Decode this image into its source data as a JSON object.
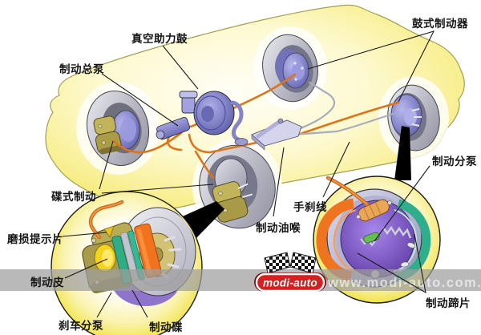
{
  "diagram": {
    "title_note": "car braking system cutaway diagram",
    "labels": {
      "vacuum_booster": "真空助力鼓",
      "master_cylinder": "制动总泵",
      "drum_brake": "鼓式制动器",
      "disc_brake": "碟式制动",
      "wear_indicator": "磨损提示片",
      "brake_pad": "制动皮",
      "caliper_cylinder": "刹车分泵",
      "brake_disc": "制动碟",
      "brake_hose": "制动油喉",
      "handbrake_cable": "手刹线",
      "wheel_cylinder": "制动分泵",
      "brake_shoe": "制动蹄片"
    }
  },
  "watermark": {
    "logo": "modi-auto",
    "url": "www.modi-auto.com.cn"
  },
  "colors": {
    "background": "#ffffff",
    "car_body_yellow": "#f2e45a",
    "brake_line_orange": "#dd741a",
    "handbrake_cable_gray": "#a8adbd",
    "hub_purple": "#7a7ac2",
    "caliper_olive": "#a89b49",
    "pad_orange": "#f1731f",
    "pad_teal": "#2fae86",
    "watermark_band_gray": "#b3b3b3",
    "logo_red": "#d42020"
  }
}
